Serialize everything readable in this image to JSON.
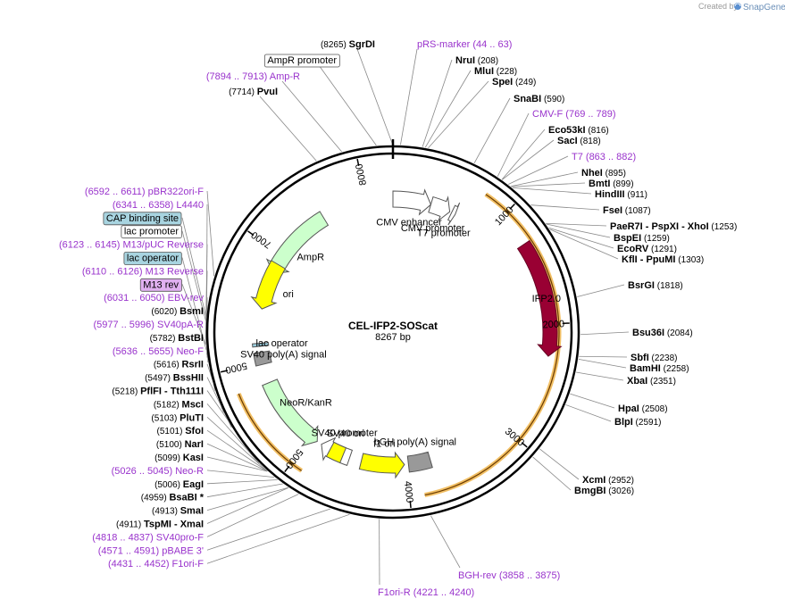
{
  "header": {
    "credit": "Created by",
    "brand": "SnapGene"
  },
  "plasmid": {
    "name": "CEL-IFP2-SOScat",
    "size": "8267 bp",
    "total_bp": 8267
  },
  "ticks": [
    {
      "label": "1000",
      "bp": 1000
    },
    {
      "label": "2000",
      "bp": 2000
    },
    {
      "label": "3000",
      "bp": 3000
    },
    {
      "label": "4000",
      "bp": 4000
    },
    {
      "label": "5000",
      "bp": 5000
    },
    {
      "label": "5000",
      "bp": 5900
    },
    {
      "label": "7000",
      "bp": 7000
    },
    {
      "label": "8000",
      "bp": 8000
    }
  ],
  "features": [
    {
      "name": "AmpR",
      "label": "AmpR",
      "start": 6800,
      "end": 7550,
      "dir": "ccw",
      "color": "#ccffcc",
      "track": "inner"
    },
    {
      "name": "ori",
      "label": "ori",
      "start": 6430,
      "end": 6900,
      "dir": "ccw",
      "color": "#ffff00",
      "track": "inner"
    },
    {
      "name": "CMV enhancer",
      "label": "CMV enhancer",
      "start": 0,
      "end": 380,
      "dir": "cw",
      "color": "#ffffff",
      "track": "inner"
    },
    {
      "name": "CMV promoter",
      "label": "CMV promoter",
      "start": 380,
      "end": 580,
      "dir": "cw",
      "color": "#ffffff",
      "track": "inner"
    },
    {
      "name": "T7 promoter",
      "label": "T7 promoter",
      "start": 600,
      "end": 640,
      "dir": "cw",
      "color": "#ffffff",
      "track": "inner"
    },
    {
      "name": "IFP2.0",
      "label": "IFP2.0",
      "start": 1290,
      "end": 2270,
      "dir": "cw",
      "color": "#990033",
      "track": "middle"
    },
    {
      "name": "bGH poly(A) signal",
      "label": "bGH poly(A) signal",
      "start": 3760,
      "end": 3980,
      "dir": "none",
      "color": "#999999",
      "track": "inner"
    },
    {
      "name": "f1 ori",
      "label": "f1 ori",
      "start": 4020,
      "end": 4450,
      "dir": "ccw",
      "color": "#ffff00",
      "track": "inner"
    },
    {
      "name": "SV40 promoter",
      "label": "SV40 promoter",
      "start": 4570,
      "end": 4880,
      "dir": "cw",
      "color": "#ffffff",
      "track": "inner"
    },
    {
      "name": "NeoR/KanR",
      "label": "NeoR/KanR",
      "start": 4930,
      "end": 5690,
      "dir": "ccw",
      "color": "#ccffcc",
      "track": "inner"
    },
    {
      "name": "SV40 poly(A) signal",
      "label": "SV40 poly(A) signal",
      "start": 5880,
      "end": 6000,
      "dir": "none",
      "color": "#999999",
      "track": "inner"
    },
    {
      "name": "SV40 ori",
      "label": "SV40 ori",
      "start": 4640,
      "end": 4780,
      "dir": "none",
      "color": "#ffff00",
      "track": "inner"
    },
    {
      "name": "lac operator",
      "label": "lac operator",
      "start": 6060,
      "end": 6090,
      "dir": "none",
      "color": "#99ccdd",
      "track": "inner"
    }
  ],
  "orf_arcs": [
    {
      "name": "orf-1",
      "start": 780,
      "end": 3880,
      "color": "#f0b54a"
    },
    {
      "name": "orf-2",
      "start": 4900,
      "end": 5700,
      "color": "#f0b54a"
    }
  ],
  "left_labels": [
    {
      "type": "primer",
      "pos": "(6592 .. 6611)",
      "name": "pBR322ori-F",
      "bp": 6600
    },
    {
      "type": "primer",
      "pos": "(6341 .. 6358)",
      "name": "L4440",
      "bp": 6350
    },
    {
      "type": "boxed-blue",
      "pos": "",
      "name": "CAP binding site",
      "bp": 6310
    },
    {
      "type": "boxed",
      "pos": "",
      "name": "lac promoter",
      "bp": 6280
    },
    {
      "type": "primer",
      "pos": "(6123 .. 6145)",
      "name": "M13/pUC Reverse",
      "bp": 6135
    },
    {
      "type": "boxed-blue",
      "pos": "",
      "name": "lac operator",
      "bp": 6075
    },
    {
      "type": "primer",
      "pos": "(6110 .. 6126)",
      "name": "M13 Reverse",
      "bp": 6118
    },
    {
      "type": "boxed-purple",
      "pos": "",
      "name": "M13 rev",
      "bp": 6110
    },
    {
      "type": "primer",
      "pos": "(6031 .. 6050)",
      "name": "EBV-rev",
      "bp": 6040
    },
    {
      "type": "enzyme",
      "pos": "(6020)",
      "name": "BsmI",
      "bp": 6020
    },
    {
      "type": "primer",
      "pos": "(5977 .. 5996)",
      "name": "SV40pA-R",
      "bp": 5986
    },
    {
      "type": "enzyme",
      "pos": "(5782)",
      "name": "BstBI",
      "bp": 5782
    },
    {
      "type": "primer",
      "pos": "(5636 .. 5655)",
      "name": "Neo-F",
      "bp": 5645
    },
    {
      "type": "enzyme",
      "pos": "(5616)",
      "name": "RsrII",
      "bp": 5616
    },
    {
      "type": "enzyme",
      "pos": "(5497)",
      "name": "BssHII",
      "bp": 5497
    },
    {
      "type": "enzyme",
      "pos": "(5218)",
      "name": "PflFI - Tth111I",
      "bp": 5218
    },
    {
      "type": "enzyme",
      "pos": "(5182)",
      "name": "MscI",
      "bp": 5182
    },
    {
      "type": "enzyme",
      "pos": "(5103)",
      "name": "PluTI",
      "bp": 5103
    },
    {
      "type": "enzyme",
      "pos": "(5101)",
      "name": "SfoI",
      "bp": 5101
    },
    {
      "type": "enzyme",
      "pos": "(5100)",
      "name": "NarI",
      "bp": 5100
    },
    {
      "type": "enzyme",
      "pos": "(5099)",
      "name": "KasI",
      "bp": 5099
    },
    {
      "type": "primer",
      "pos": "(5026 .. 5045)",
      "name": "Neo-R",
      "bp": 5035
    },
    {
      "type": "enzyme",
      "pos": "(5006)",
      "name": "EagI",
      "bp": 5006
    },
    {
      "type": "enzyme",
      "pos": "(4959)",
      "name": "BsaBI *",
      "bp": 4959
    },
    {
      "type": "enzyme",
      "pos": "(4913)",
      "name": "SmaI",
      "bp": 4913
    },
    {
      "type": "enzyme",
      "pos": "(4911)",
      "name": "TspMI - XmaI",
      "bp": 4911
    },
    {
      "type": "primer",
      "pos": "(4818 .. 4837)",
      "name": "SV40pro-F",
      "bp": 4827
    },
    {
      "type": "primer",
      "pos": "(4571 .. 4591)",
      "name": "pBABE 3'",
      "bp": 4581
    },
    {
      "type": "primer",
      "pos": "(4431 .. 4452)",
      "name": "F1ori-F",
      "bp": 4441
    }
  ],
  "top_labels": [
    {
      "type": "enzyme",
      "pos": "(8265)",
      "name": "SgrDI",
      "bp": 8265
    },
    {
      "type": "boxed",
      "pos": "",
      "name": "AmpR promoter",
      "bp": 8150
    },
    {
      "type": "primer",
      "pos": "(7894 .. 7913)",
      "name": "Amp-R",
      "bp": 7903
    },
    {
      "type": "enzyme",
      "pos": "(7714)",
      "name": "PvuI",
      "bp": 7714
    },
    {
      "type": "primer",
      "pos": "(44 .. 63)",
      "name": "pRS-marker",
      "bp": 53
    }
  ],
  "right_labels": [
    {
      "type": "enzyme",
      "name": "NruI",
      "pos": "(208)",
      "bp": 208
    },
    {
      "type": "enzyme",
      "name": "MluI",
      "pos": "(228)",
      "bp": 228
    },
    {
      "type": "enzyme",
      "name": "SpeI",
      "pos": "(249)",
      "bp": 249
    },
    {
      "type": "enzyme",
      "name": "SnaBI",
      "pos": "(590)",
      "bp": 590
    },
    {
      "type": "primer",
      "name": "CMV-F",
      "pos": "(769 .. 789)",
      "bp": 779
    },
    {
      "type": "enzyme",
      "name": "Eco53kI",
      "pos": "(816)",
      "bp": 816
    },
    {
      "type": "enzyme",
      "name": "SacI",
      "pos": "(818)",
      "bp": 818
    },
    {
      "type": "primer",
      "name": "T7",
      "pos": "(863 .. 882)",
      "bp": 872
    },
    {
      "type": "enzyme",
      "name": "NheI",
      "pos": "(895)",
      "bp": 895
    },
    {
      "type": "enzyme",
      "name": "BmtI",
      "pos": "(899)",
      "bp": 899
    },
    {
      "type": "enzyme",
      "name": "HindIII",
      "pos": "(911)",
      "bp": 911
    },
    {
      "type": "enzyme",
      "name": "FseI",
      "pos": "(1087)",
      "bp": 1087
    },
    {
      "type": "enzyme",
      "name": "PaeR7I - PspXI - XhoI",
      "pos": "(1253)",
      "bp": 1253
    },
    {
      "type": "enzyme",
      "name": "BspEI",
      "pos": "(1259)",
      "bp": 1259
    },
    {
      "type": "enzyme",
      "name": "EcoRV",
      "pos": "(1291)",
      "bp": 1291
    },
    {
      "type": "enzyme",
      "name": "KflI - PpuMI",
      "pos": "(1303)",
      "bp": 1303
    },
    {
      "type": "enzyme",
      "name": "BsrGI",
      "pos": "(1818)",
      "bp": 1818
    },
    {
      "type": "enzyme",
      "name": "Bsu36I",
      "pos": "(2084)",
      "bp": 2084
    },
    {
      "type": "enzyme",
      "name": "SbfI",
      "pos": "(2238)",
      "bp": 2238
    },
    {
      "type": "enzyme",
      "name": "BamHI",
      "pos": "(2258)",
      "bp": 2258
    },
    {
      "type": "enzyme",
      "name": "XbaI",
      "pos": "(2351)",
      "bp": 2351
    },
    {
      "type": "enzyme",
      "name": "HpaI",
      "pos": "(2508)",
      "bp": 2508
    },
    {
      "type": "enzyme",
      "name": "BlpI",
      "pos": "(2591)",
      "bp": 2591
    },
    {
      "type": "enzyme",
      "name": "XcmI",
      "pos": "(2952)",
      "bp": 2952
    },
    {
      "type": "enzyme",
      "name": "BmgBI",
      "pos": "(3026)",
      "bp": 3026
    }
  ],
  "bottom_labels": [
    {
      "type": "primer",
      "name": "F1ori-R",
      "pos": "(4221 .. 4240)",
      "bp": 4230
    },
    {
      "type": "primer",
      "name": "BGH-rev",
      "pos": "(3858 .. 3875)",
      "bp": 3866
    }
  ]
}
